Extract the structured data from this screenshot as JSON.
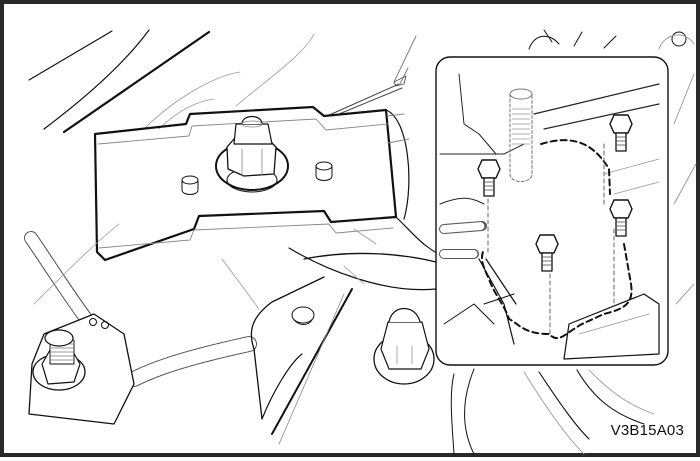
{
  "figure": {
    "type": "technical-line-illustration",
    "caption_code": "V3B15A03",
    "subject": "engine mount bracket with nut and studs; callout detail showing four bolts and a stud with dashed outline of bracket",
    "callout": {
      "bolt_count": 4,
      "stud_count": 1,
      "outline_style": "dashed"
    },
    "colors": {
      "line": "#111111",
      "light_line": "#8a8a8a",
      "background": "#ffffff",
      "border": "#2a2a2a"
    }
  }
}
